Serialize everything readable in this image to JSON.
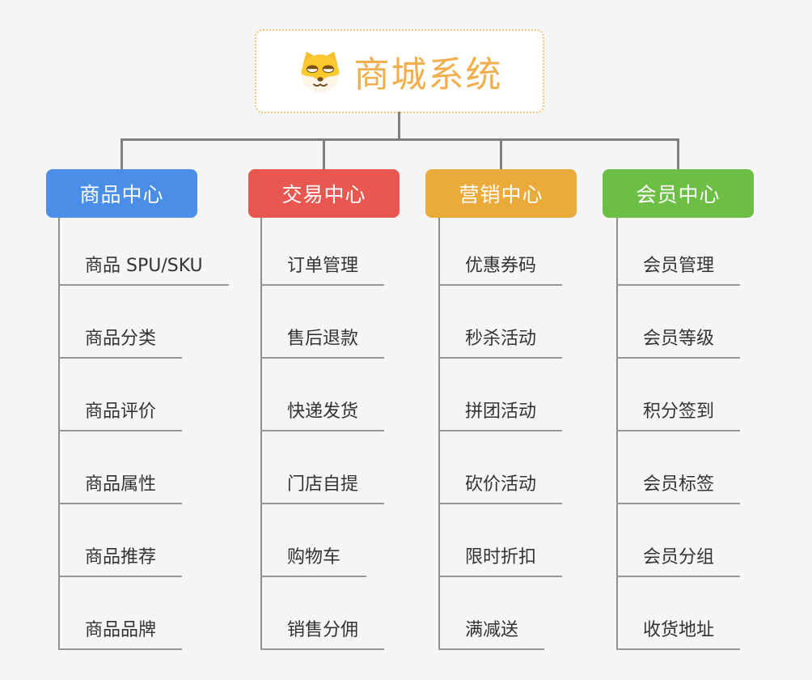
{
  "root": {
    "title": "商城系统",
    "icon": "shiba-dog-icon"
  },
  "branches": [
    {
      "label": "商品中心",
      "color": "#4a8ee8",
      "children": [
        "商品 SPU/SKU",
        "商品分类",
        "商品评价",
        "商品属性",
        "商品推荐",
        "商品品牌"
      ]
    },
    {
      "label": "交易中心",
      "color": "#e85850",
      "children": [
        "订单管理",
        "售后退款",
        "快递发货",
        "门店自提",
        "购物车",
        "销售分佣"
      ]
    },
    {
      "label": "营销中心",
      "color": "#ebab3b",
      "children": [
        "优惠券码",
        "秒杀活动",
        "拼团活动",
        "砍价活动",
        "限时折扣",
        "满减送"
      ]
    },
    {
      "label": "会员中心",
      "color": "#6dbe44",
      "children": [
        "会员管理",
        "会员等级",
        "积分签到",
        "会员标签",
        "会员分组",
        "收货地址"
      ]
    }
  ],
  "colors": {
    "background": "#f5f5f6",
    "connector": "#7f7f7f",
    "leaf_line": "#979797",
    "leaf_text": "#333333",
    "root_border": "#f5c473",
    "root_text": "#f2ae4b"
  }
}
